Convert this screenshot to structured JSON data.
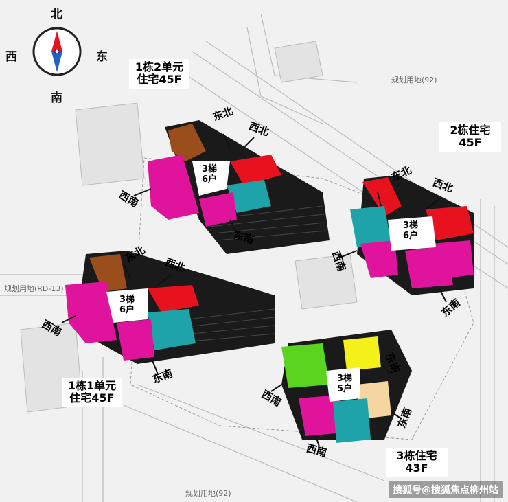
{
  "compass": {
    "north": "北",
    "south": "南",
    "east": "东",
    "west": "西"
  },
  "plot_labels": {
    "top_right": "规划用地(92)",
    "left": "规划用地(RD-13)",
    "bottom": "规划用地(92)"
  },
  "buildings": [
    {
      "label_line1": "1栋2单元",
      "label_line2": "住宅45F",
      "stair_units_line1": "3梯",
      "stair_units_line2": "6户",
      "dir_ne": "东北",
      "dir_nw": "西北",
      "dir_sw": "西南",
      "dir_se": "东南"
    },
    {
      "label_line1": "2栋住宅",
      "label_line2": "45F",
      "stair_units_line1": "3梯",
      "stair_units_line2": "6户",
      "dir_ne": "东北",
      "dir_nw": "西北",
      "dir_sw": "西南",
      "dir_se": "东南"
    },
    {
      "label_line1": "1栋1单元",
      "label_line2": "住宅45F",
      "stair_units_line1": "3梯",
      "stair_units_line2": "6户",
      "dir_ne": "东北",
      "dir_nw": "西北",
      "dir_sw": "西南",
      "dir_se": "东南"
    },
    {
      "label_line1": "3栋住宅",
      "label_line2": "43F",
      "stair_units_line1": "3梯",
      "stair_units_line2": "5户",
      "dir_se": "东南",
      "dir_sw": "西南",
      "dir_s": "西南",
      "dir_e": "东南"
    }
  ],
  "watermark": "搜狐号@搜狐焦点柳州站",
  "colors": {
    "magenta": "#e0149c",
    "red": "#e8121e",
    "teal": "#1ea3a8",
    "brown": "#9a4e1c",
    "green": "#5ad41f",
    "yellow": "#f4f01a",
    "peach": "#f6d6a0",
    "dark": "#1a1a1a"
  }
}
